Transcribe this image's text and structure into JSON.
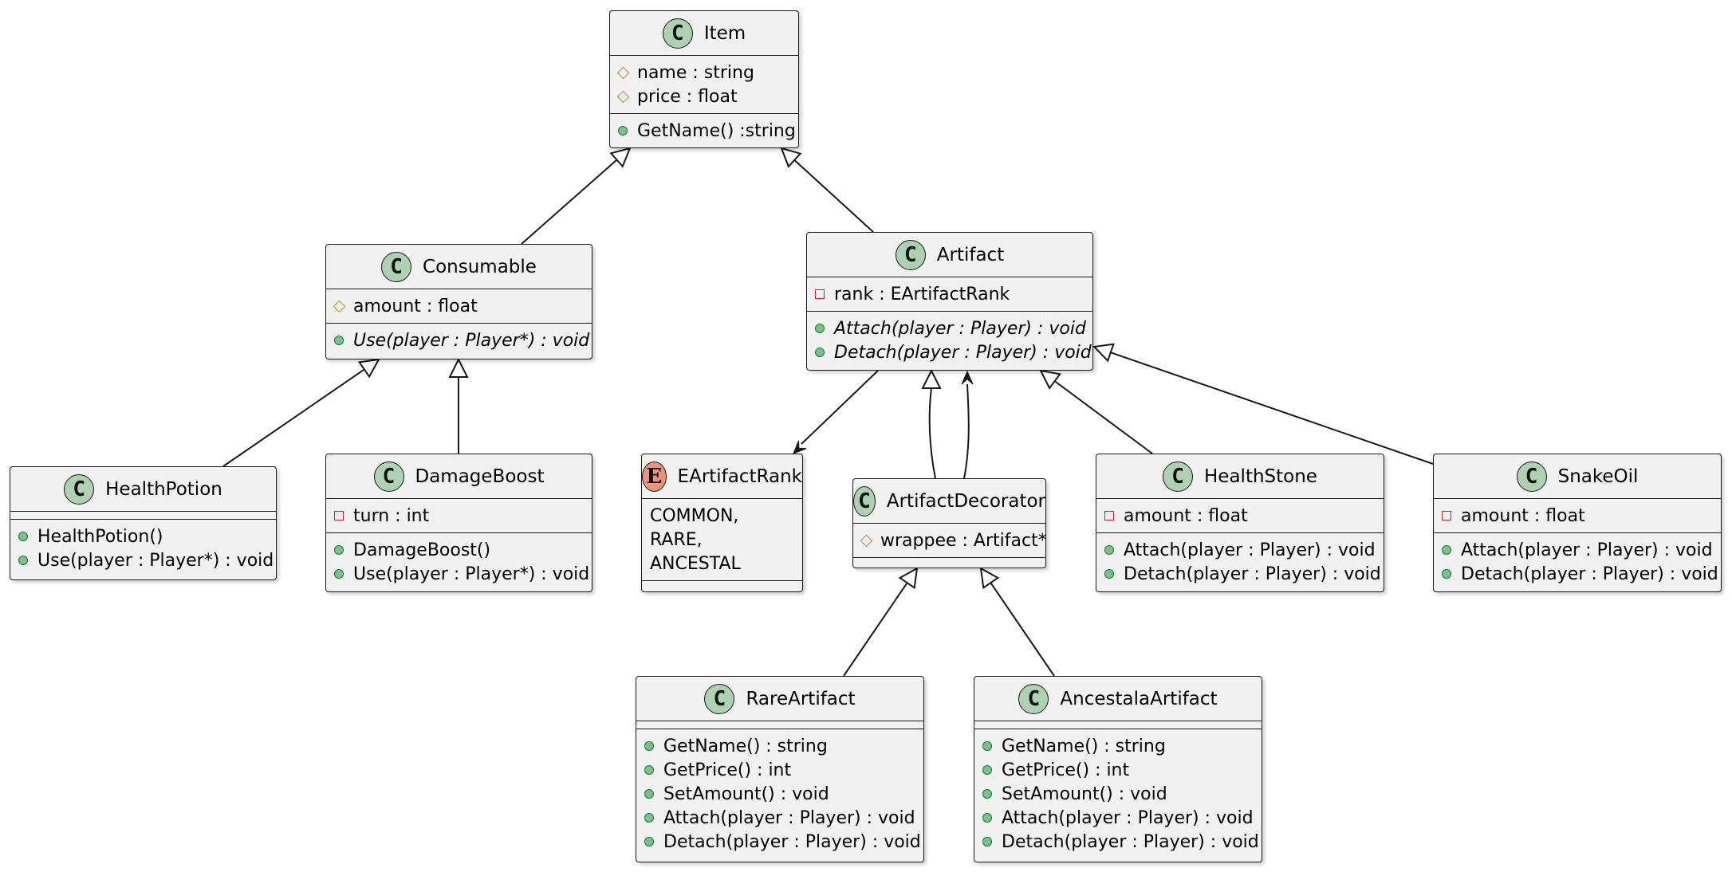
{
  "classes": {
    "item": {
      "name": "Item",
      "kind": "class",
      "attributes": [
        {
          "vis": "protected",
          "text": "name : string"
        },
        {
          "vis": "protected",
          "text": "price : float"
        }
      ],
      "methods": [
        {
          "vis": "public",
          "text": "GetName() :string",
          "italic": false
        }
      ]
    },
    "consumable": {
      "name": "Consumable",
      "kind": "class",
      "attributes": [
        {
          "vis": "protected",
          "text": "amount : float"
        }
      ],
      "methods": [
        {
          "vis": "public",
          "text": "Use(player : Player*) : void",
          "italic": true
        }
      ]
    },
    "artifact": {
      "name": "Artifact",
      "kind": "class",
      "attributes": [
        {
          "vis": "private",
          "text": "rank : EArtifactRank"
        }
      ],
      "methods": [
        {
          "vis": "public",
          "text": "Attach(player : Player) : void",
          "italic": true
        },
        {
          "vis": "public",
          "text": "Detach(player : Player) : void",
          "italic": true
        }
      ]
    },
    "health_potion": {
      "name": "HealthPotion",
      "kind": "class",
      "attributes": [],
      "methods": [
        {
          "vis": "public",
          "text": "HealthPotion()",
          "italic": false
        },
        {
          "vis": "public",
          "text": "Use(player : Player*) : void",
          "italic": false
        }
      ]
    },
    "damage_boost": {
      "name": "DamageBoost",
      "kind": "class",
      "attributes": [
        {
          "vis": "private",
          "text": "turn : int"
        }
      ],
      "methods": [
        {
          "vis": "public",
          "text": "DamageBoost()",
          "italic": false
        },
        {
          "vis": "public",
          "text": "Use(player : Player*) : void",
          "italic": false
        }
      ]
    },
    "eartifact_rank": {
      "name": "EArtifactRank",
      "kind": "enum",
      "attributes": [
        {
          "vis": "none",
          "text": "COMMON,"
        },
        {
          "vis": "none",
          "text": "RARE,"
        },
        {
          "vis": "none",
          "text": "ANCESTAL"
        }
      ],
      "methods": []
    },
    "artifact_decorator": {
      "name": "ArtifactDecorator",
      "kind": "class",
      "attributes": [
        {
          "vis": "protected",
          "text": "wrappee : Artifact*"
        }
      ],
      "methods": []
    },
    "health_stone": {
      "name": "HealthStone",
      "kind": "class",
      "attributes": [
        {
          "vis": "private",
          "text": "amount : float"
        }
      ],
      "methods": [
        {
          "vis": "public",
          "text": "Attach(player : Player) : void",
          "italic": false
        },
        {
          "vis": "public",
          "text": "Detach(player : Player) : void",
          "italic": false
        }
      ]
    },
    "snake_oil": {
      "name": "SnakeOil",
      "kind": "class",
      "attributes": [
        {
          "vis": "private",
          "text": "amount : float"
        }
      ],
      "methods": [
        {
          "vis": "public",
          "text": "Attach(player : Player) : void",
          "italic": false
        },
        {
          "vis": "public",
          "text": "Detach(player : Player) : void",
          "italic": false
        }
      ]
    },
    "rare_artifact": {
      "name": "RareArtifact",
      "kind": "class",
      "attributes": [],
      "methods": [
        {
          "vis": "public",
          "text": "GetName() : string",
          "italic": false
        },
        {
          "vis": "public",
          "text": "GetPrice() : int",
          "italic": false
        },
        {
          "vis": "public",
          "text": "SetAmount() : void",
          "italic": false
        },
        {
          "vis": "public",
          "text": "Attach(player : Player) : void",
          "italic": false
        },
        {
          "vis": "public",
          "text": "Detach(player : Player) : void",
          "italic": false
        }
      ]
    },
    "ancestala_artifact": {
      "name": "AncestalaArtifact",
      "kind": "class",
      "attributes": [],
      "methods": [
        {
          "vis": "public",
          "text": "GetName() : string",
          "italic": false
        },
        {
          "vis": "public",
          "text": "GetPrice() : int",
          "italic": false
        },
        {
          "vis": "public",
          "text": "SetAmount() : void",
          "italic": false
        },
        {
          "vis": "public",
          "text": "Attach(player : Player) : void",
          "italic": false
        },
        {
          "vis": "public",
          "text": "Detach(player : Player) : void",
          "italic": false
        }
      ]
    }
  },
  "relations": [
    {
      "from": "consumable",
      "to": "item",
      "type": "inheritance"
    },
    {
      "from": "artifact",
      "to": "item",
      "type": "inheritance"
    },
    {
      "from": "health_potion",
      "to": "consumable",
      "type": "inheritance"
    },
    {
      "from": "damage_boost",
      "to": "consumable",
      "type": "inheritance"
    },
    {
      "from": "artifact",
      "to": "eartifact_rank",
      "type": "association"
    },
    {
      "from": "artifact_decorator",
      "to": "artifact",
      "type": "inheritance"
    },
    {
      "from": "artifact_decorator",
      "to": "artifact",
      "type": "association"
    },
    {
      "from": "health_stone",
      "to": "artifact",
      "type": "inheritance"
    },
    {
      "from": "snake_oil",
      "to": "artifact",
      "type": "inheritance"
    },
    {
      "from": "rare_artifact",
      "to": "artifact_decorator",
      "type": "inheritance"
    },
    {
      "from": "ancestala_artifact",
      "to": "artifact_decorator",
      "type": "inheritance"
    }
  ]
}
